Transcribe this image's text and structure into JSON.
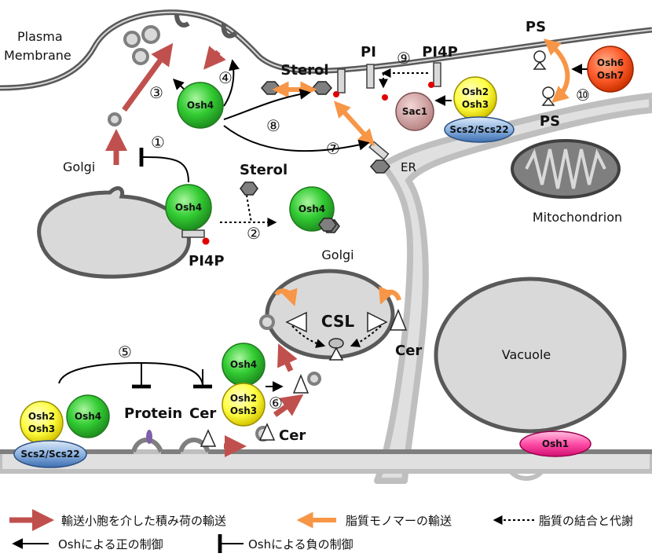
{
  "labels": {
    "plasma_membrane_line1": "Plasma",
    "plasma_membrane_line2": "Membrane",
    "golgi_left": "Golgi",
    "golgi_center": "Golgi",
    "er": "ER",
    "mitochondrion": "Mitochondrion",
    "vacuole": "Vacuole",
    "csl": "CSL",
    "pi4p_top": "PI4P",
    "pi4p_golgi": "PI4P",
    "pi": "PI",
    "sterol_pm": "Sterol",
    "sterol_cyto": "Sterol",
    "ps_top": "PS",
    "ps_bottom": "PS",
    "cer_golgi": "Cer",
    "cer_bottom": "Cer",
    "cer_vesicle": "Cer",
    "protein": "Protein"
  },
  "proteins": {
    "osh4_top": "Osh4",
    "osh4_golgi": "Osh4",
    "osh4_sterol": "Osh4",
    "osh4_bottom_left": "Osh4",
    "osh4_middle": "Osh4",
    "osh2_osh3_top_l1": "Osh2",
    "osh2_osh3_top_l2": "Osh3",
    "osh2_osh3_mid_l1": "Osh2",
    "osh2_osh3_mid_l2": "Osh3",
    "osh2_osh3_bl_l1": "Osh2",
    "osh2_osh3_bl_l2": "Osh3",
    "osh6_osh7_l1": "Osh6",
    "osh6_osh7_l2": "Osh7",
    "sac1": "Sac1",
    "scs2_top": "Scs2/Scs22",
    "scs2_bottom": "Scs2/Scs22",
    "osh1": "Osh1"
  },
  "steps": {
    "s1": "①",
    "s2": "②",
    "s3": "③",
    "s4": "④",
    "s5": "⑤",
    "s6": "⑥",
    "s7": "⑦",
    "s8": "⑧",
    "s9": "⑨",
    "s10": "⑩"
  },
  "legend": {
    "vesicle_transport": "輸送小胞を介した積み荷の輸送",
    "lipid_monomer_transport": "脂質モノマーの輸送",
    "lipid_binding_metabolism": "脂質の結合と代謝",
    "positive_control": "Oshによる正の制御",
    "negative_control": "Oshによる負の制御"
  },
  "colors": {
    "vesicle_arrow": "#c0504d",
    "monomer_arrow": "#f79646",
    "osh4_green": "#33cc33",
    "osh23_yellow": "#ffff33",
    "osh67_orange": "#ff5522",
    "sac1_pink": "#d9a6a6",
    "scs2_blue": "#4f81bd",
    "osh1_magenta": "#ff4da6",
    "membrane_gray": "#595959",
    "lumen_gray": "#d9d9d9"
  }
}
